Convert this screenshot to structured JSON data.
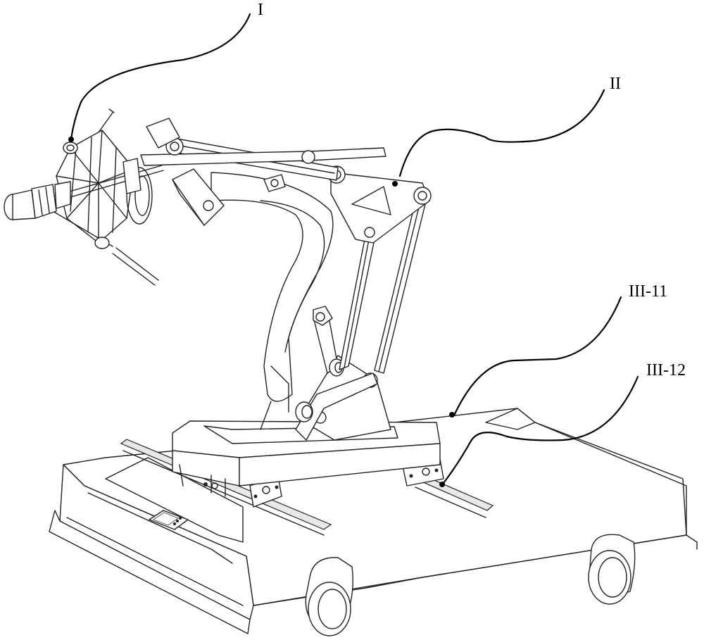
{
  "figure": {
    "title": "Robotic arm on mobile platform",
    "labels": [
      {
        "id": "I",
        "text": "I",
        "target": "end-effector"
      },
      {
        "id": "II",
        "text": "II",
        "target": "triangular-link"
      },
      {
        "id": "III-11",
        "text": "III-11",
        "target": "mobile-base"
      },
      {
        "id": "III-12",
        "text": "III-12",
        "target": "linear-rail"
      }
    ]
  },
  "colors": {
    "line": "#222222",
    "background": "#ffffff",
    "leader": "#000000"
  }
}
